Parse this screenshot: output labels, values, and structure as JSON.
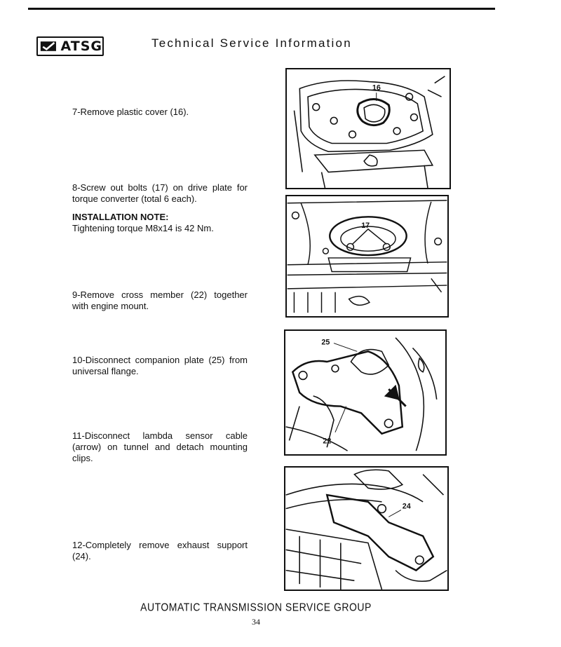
{
  "header": {
    "logo_text": "ATSG",
    "title": "Technical Service Information"
  },
  "steps": [
    {
      "text": "7-Remove plastic cover (16)."
    },
    {
      "text": "8-Screw out bolts (17) on drive plate for torque converter (total 6 each).",
      "note_heading": "INSTALLATION NOTE:",
      "note_text": "Tightening torque M8x14 is 42 Nm."
    },
    {
      "text": "9-Remove cross member (22) together with engine mount."
    },
    {
      "text": "10-Disconnect companion plate (25) from universal flange."
    },
    {
      "text": "11-Disconnect lambda sensor cable (arrow) on tunnel and detach mounting clips."
    },
    {
      "text": "12-Completely remove exhaust support (24)."
    }
  ],
  "photos": [
    {
      "callouts": [
        "16"
      ]
    },
    {
      "callouts": [
        "17"
      ]
    },
    {
      "callouts": [
        "25",
        "22"
      ]
    },
    {
      "callouts": [
        "24"
      ]
    }
  ],
  "footer": {
    "group": "AUTOMATIC TRANSMISSION SERVICE GROUP",
    "page": "34"
  }
}
